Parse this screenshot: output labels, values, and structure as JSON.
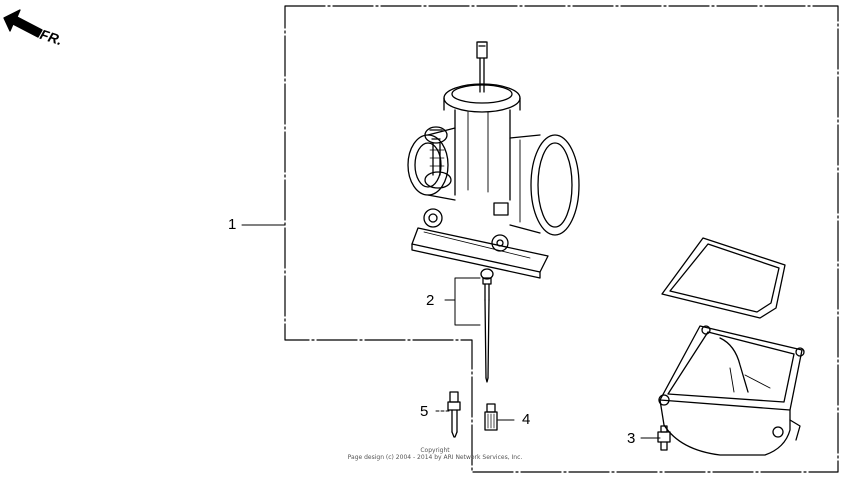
{
  "direction": {
    "label": "FR."
  },
  "callouts": [
    {
      "number": "1",
      "part": "carburetor-assembly"
    },
    {
      "number": "2",
      "part": "needle-set"
    },
    {
      "number": "3",
      "part": "drain-screw"
    },
    {
      "number": "4",
      "part": "main-jet"
    },
    {
      "number": "5",
      "part": "pilot-jet"
    }
  ],
  "copyright": {
    "line1": "Copyright",
    "line2": "Page design (c) 2004 - 2014 by ARI Network Services, Inc."
  },
  "colors": {
    "ink": "#000000",
    "paper": "#ffffff"
  }
}
